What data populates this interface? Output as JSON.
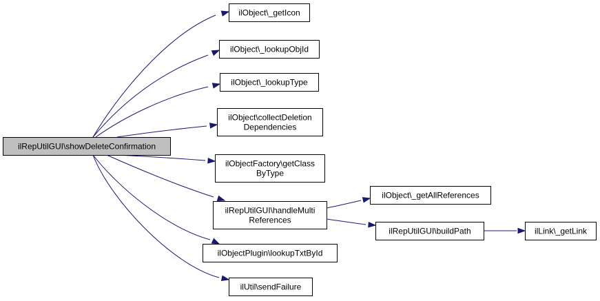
{
  "diagram": {
    "root": {
      "id": "root",
      "lines": [
        "ilRepUtilGUI\\showDeleteConfirmation"
      ]
    },
    "nodes": [
      {
        "id": "getIcon",
        "lines": [
          "ilObject\\_getIcon"
        ]
      },
      {
        "id": "lookupObjId",
        "lines": [
          "ilObject\\_lookupObjId"
        ]
      },
      {
        "id": "lookupType",
        "lines": [
          "ilObject\\_lookupType"
        ]
      },
      {
        "id": "collectDeletion",
        "lines": [
          "ilObject\\collectDeletion",
          "Dependencies"
        ]
      },
      {
        "id": "getClassByType",
        "lines": [
          "ilObjectFactory\\getClass",
          "ByType"
        ]
      },
      {
        "id": "handleMulti",
        "lines": [
          "ilRepUtilGUI\\handleMulti",
          "References"
        ]
      },
      {
        "id": "lookupTxtById",
        "lines": [
          "ilObjectPlugin\\lookupTxtById"
        ]
      },
      {
        "id": "sendFailure",
        "lines": [
          "ilUtil\\sendFailure"
        ]
      },
      {
        "id": "getAllReferences",
        "lines": [
          "ilObject\\_getAllReferences"
        ]
      },
      {
        "id": "buildPath",
        "lines": [
          "ilRepUtilGUI\\buildPath"
        ]
      },
      {
        "id": "getLink",
        "lines": [
          "ilLink\\_getLink"
        ]
      }
    ],
    "edges": [
      {
        "from": "root",
        "to": "getIcon"
      },
      {
        "from": "root",
        "to": "lookupObjId"
      },
      {
        "from": "root",
        "to": "lookupType"
      },
      {
        "from": "root",
        "to": "collectDeletion"
      },
      {
        "from": "root",
        "to": "getClassByType"
      },
      {
        "from": "root",
        "to": "handleMulti"
      },
      {
        "from": "root",
        "to": "lookupTxtById"
      },
      {
        "from": "root",
        "to": "sendFailure"
      },
      {
        "from": "handleMulti",
        "to": "getAllReferences"
      },
      {
        "from": "handleMulti",
        "to": "buildPath"
      },
      {
        "from": "buildPath",
        "to": "getLink"
      }
    ]
  }
}
